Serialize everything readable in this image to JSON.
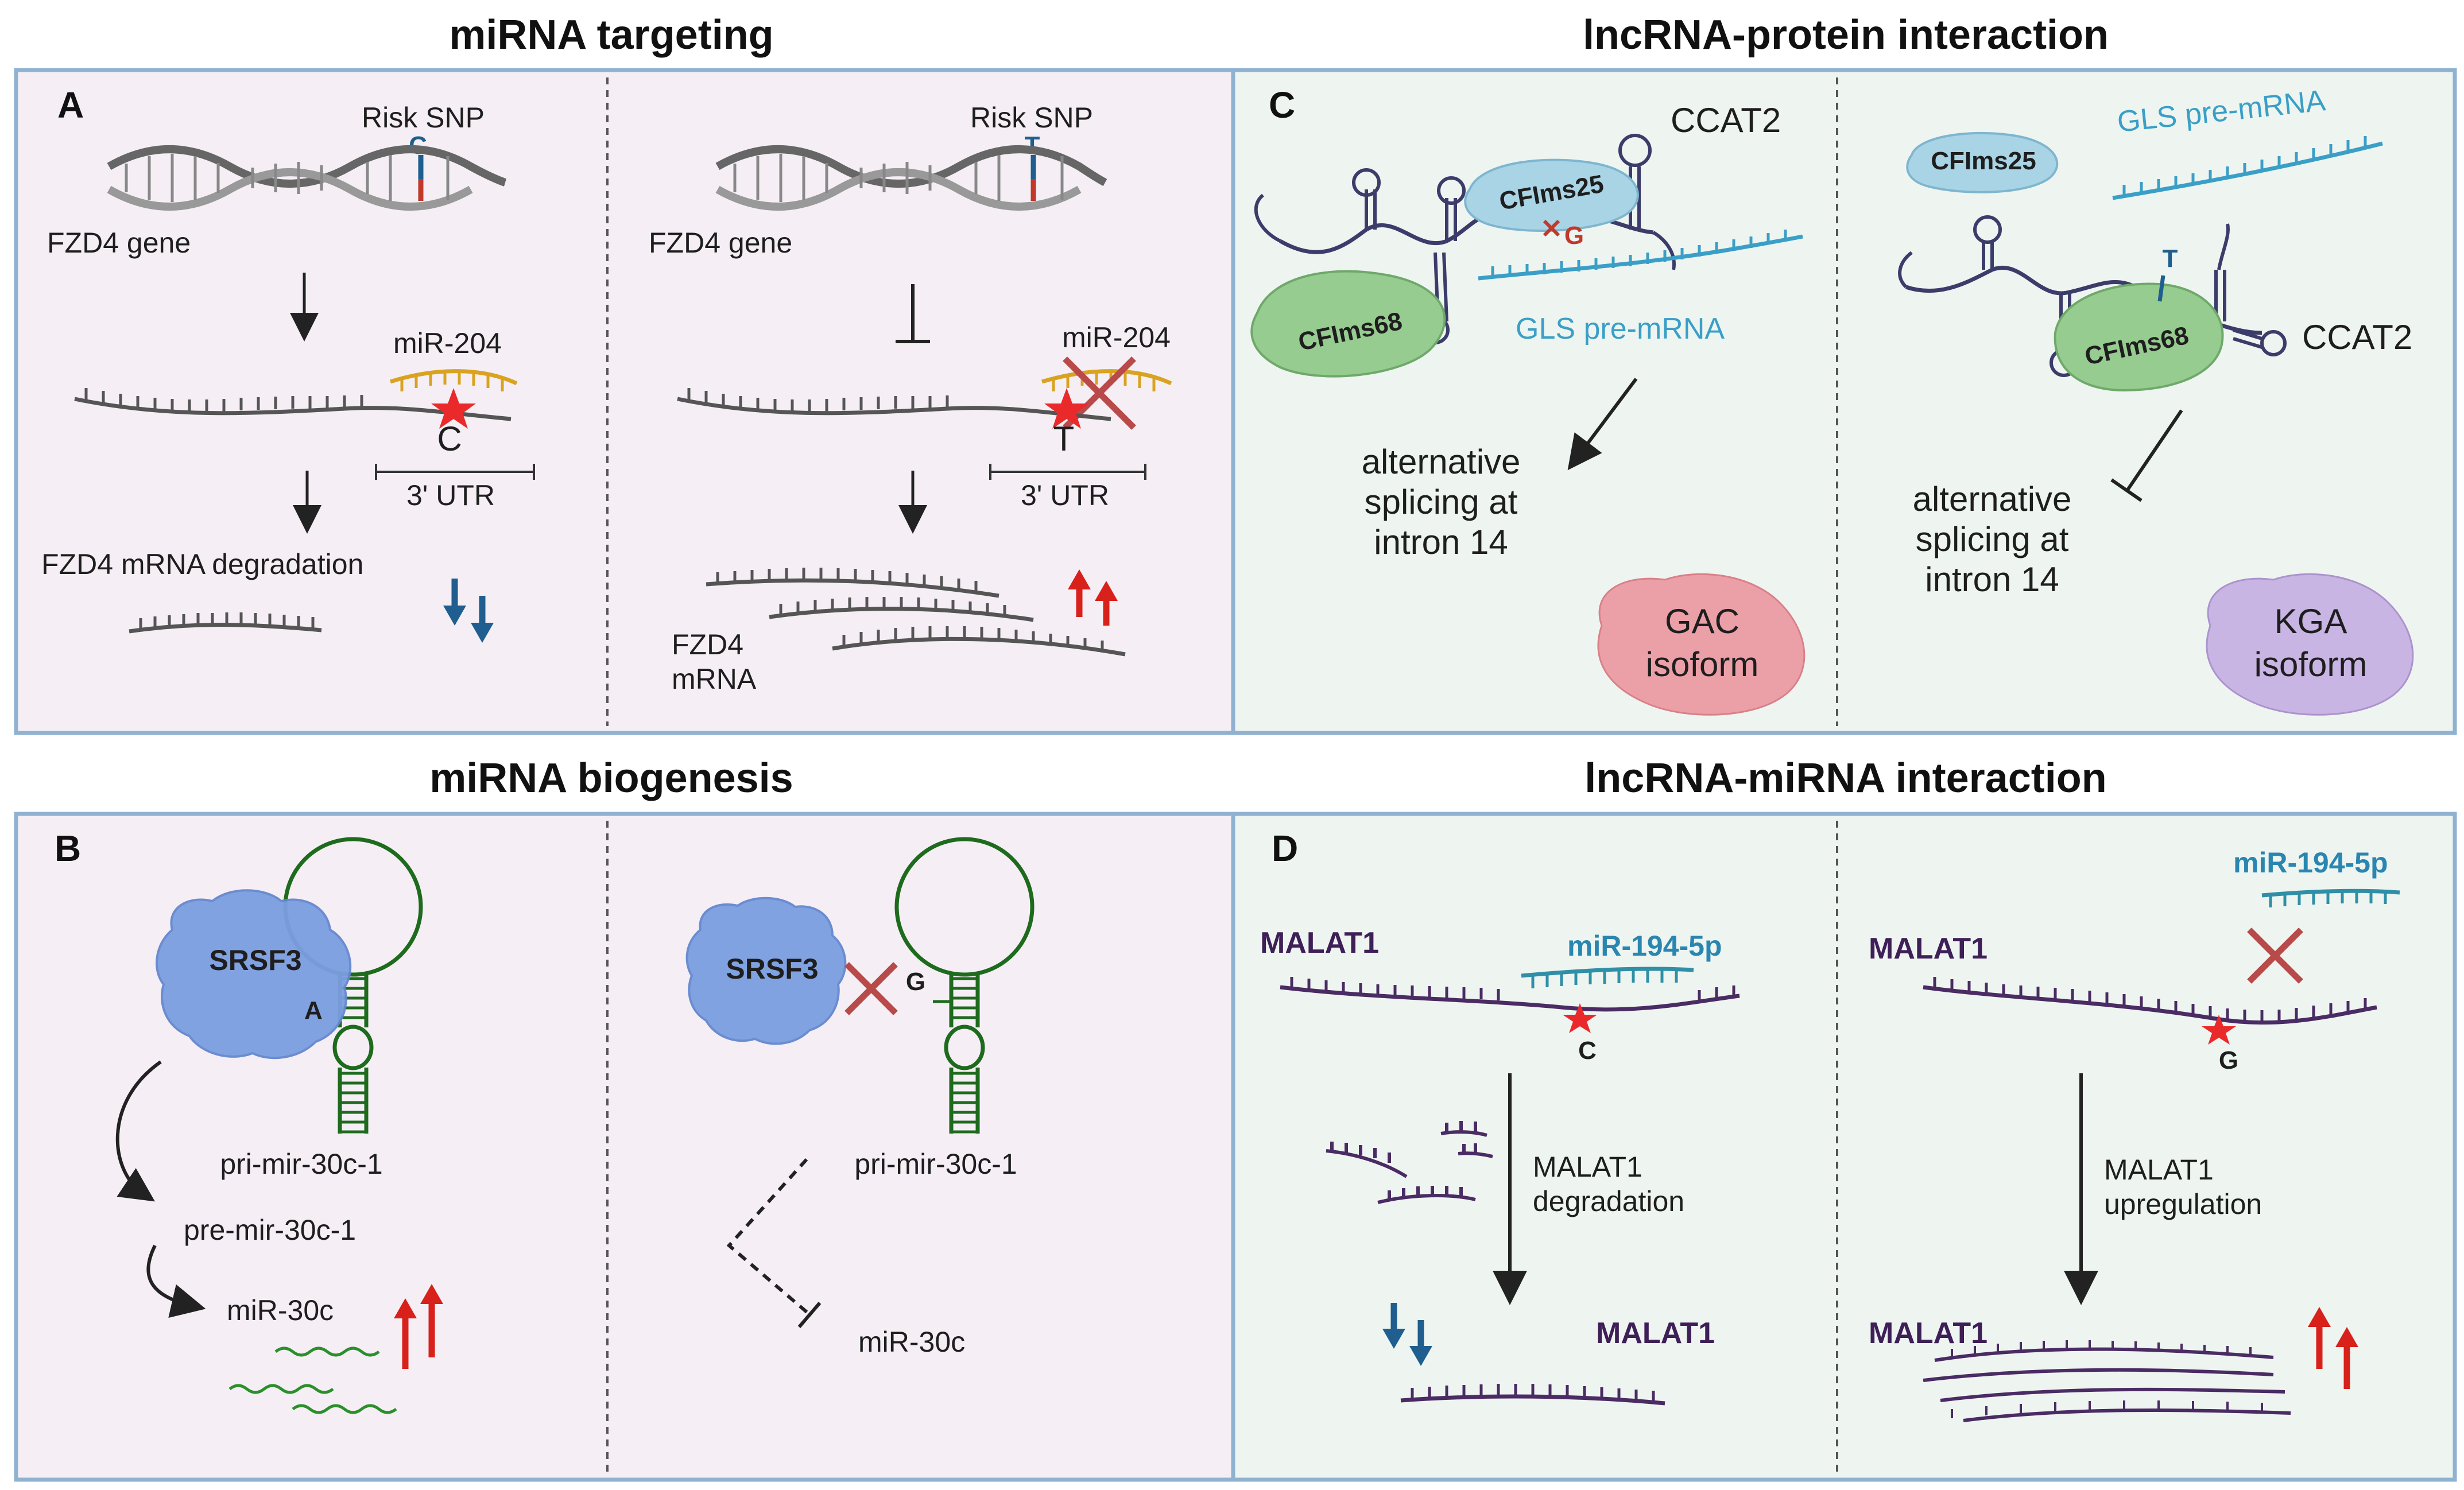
{
  "colors": {
    "panel_pink": "#f5eff5",
    "panel_green": "#eef5f1",
    "panel_border": "#8fb2d1",
    "arrow_up": "#d8211b",
    "arrow_down": "#1f5e8e",
    "mirna_orange": "#d9a321",
    "mirna_teal": "#2f8fa6",
    "rna_gray": "#555555",
    "lnc_purple": "#4a2b63",
    "hairpin_green": "#1e6b1e",
    "protein_blue": "#7b9ee0",
    "cfims25": "#a9d4e6",
    "cfims68": "#96cc90",
    "gac": "#eba0a8",
    "kga": "#c9b5e3",
    "cross_red": "#b84a4a"
  },
  "titles": {
    "top_left": "miRNA targeting",
    "top_right": "lncRNA-protein interaction",
    "bottom_left": "miRNA biogenesis",
    "bottom_right": "lncRNA-miRNA interaction"
  },
  "panel_a": {
    "letter": "A",
    "left": {
      "risk_snp": "Risk SNP",
      "allele": "C",
      "gene": "FZD4 gene",
      "mirna": "miR-204",
      "site_allele": "C",
      "utr": "3' UTR",
      "outcome": "FZD4 mRNA degradation"
    },
    "right": {
      "risk_snp": "Risk SNP",
      "allele": "T",
      "gene": "FZD4 gene",
      "mirna": "miR-204",
      "site_allele": "T",
      "utr": "3' UTR",
      "mrna_line1": "FZD4",
      "mrna_line2": "mRNA"
    }
  },
  "panel_b": {
    "letter": "B",
    "left": {
      "protein": "SRSF3",
      "allele": "A",
      "pri": "pri-mir-30c-1",
      "pre": "pre-mir-30c-1",
      "mature": "miR-30c"
    },
    "right": {
      "protein": "SRSF3",
      "allele": "G",
      "pri": "pri-mir-30c-1",
      "mature": "miR-30c"
    }
  },
  "panel_c": {
    "letter": "C",
    "left": {
      "lnc": "CCAT2",
      "cfims25": "CFIms25",
      "cfims68": "CFIms68",
      "allele": "G",
      "pre_mrna": "GLS pre-mRNA",
      "splice_line1": "alternative",
      "splice_line2": "splicing at",
      "splice_line3": "intron 14",
      "iso_line1": "GAC",
      "iso_line2": "isoform"
    },
    "right": {
      "cfims25": "CFIms25",
      "pre_mrna": "GLS pre-mRNA",
      "allele": "T",
      "cfims68": "CFIms68",
      "lnc": "CCAT2",
      "splice_line1": "alternative",
      "splice_line2": "splicing at",
      "splice_line3": "intron 14",
      "iso_line1": "KGA",
      "iso_line2": "isoform"
    }
  },
  "panel_d": {
    "letter": "D",
    "left": {
      "lnc": "MALAT1",
      "mirna": "miR-194-5p",
      "allele": "C",
      "process_line1": "MALAT1",
      "process_line2": "degradation",
      "result": "MALAT1"
    },
    "right": {
      "mirna": "miR-194-5p",
      "lnc": "MALAT1",
      "allele": "G",
      "process_line1": "MALAT1",
      "process_line2": "upregulation",
      "result": "MALAT1"
    }
  }
}
